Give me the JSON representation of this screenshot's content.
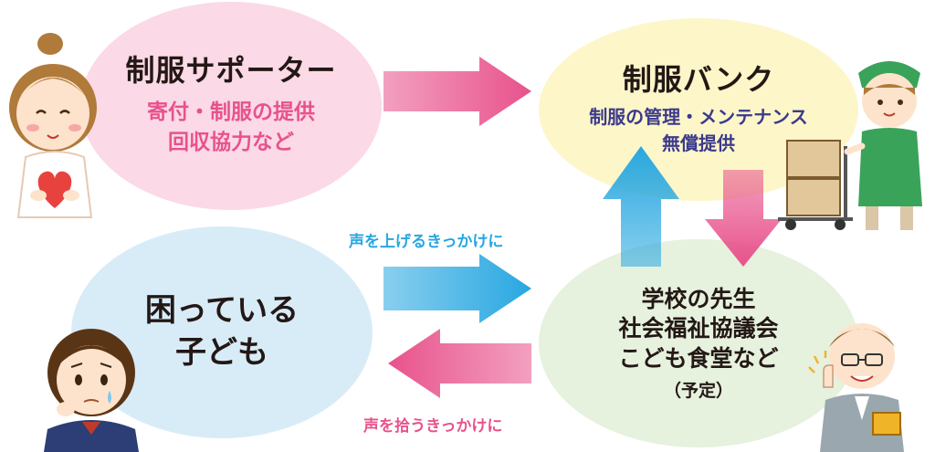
{
  "supporter": {
    "title": "制服サポーター",
    "line1": "寄付・制服の提供",
    "line2": "回収協力など"
  },
  "bank": {
    "title": "制服バンク",
    "line1": "制服の管理・メンテナンス",
    "line2": "無償提供"
  },
  "child": {
    "line1": "困っている",
    "line2": "子ども"
  },
  "school": {
    "line1": "学校の先生",
    "line2": "社会福祉協議会",
    "line3": "こども食堂など",
    "note": "（予定）"
  },
  "captions": {
    "raise_voice": "声を上げるきっかけに",
    "pick_voice": "声を拾うきっかけに"
  },
  "colors": {
    "supporter_bg": "#fbd9e6",
    "bank_bg": "#fdf6c9",
    "child_bg": "#d8ecf8",
    "school_bg": "#e6f1de",
    "pink": "#e8528c",
    "blue": "#28a7e1",
    "navy": "#3b3a8c"
  },
  "icons": {
    "supporter_figure": "woman-holding-heart-icon",
    "bank_figure": "woman-with-cart-icon",
    "child_figure": "worried-student-icon",
    "school_figure": "teacher-thumbs-up-icon"
  }
}
